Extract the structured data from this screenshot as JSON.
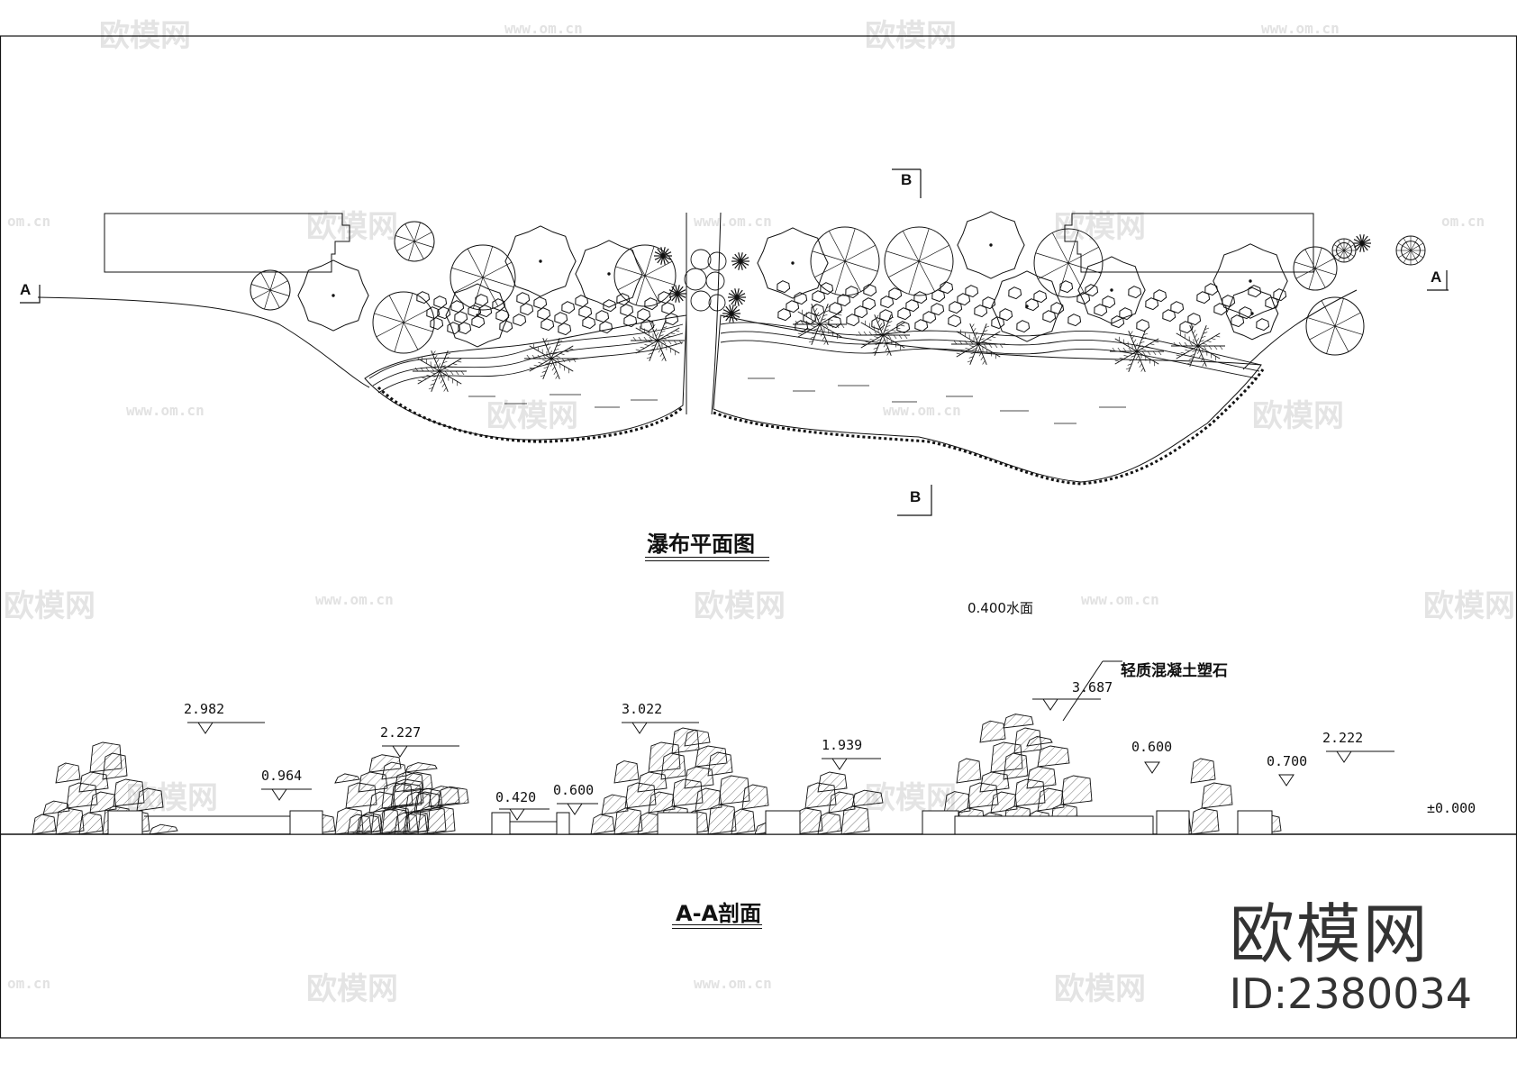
{
  "watermark": {
    "brand": "欧模网",
    "url": "www.om.cn",
    "short_url": "om.cn"
  },
  "plan": {
    "title": "瀑布平面图",
    "section_a_left": "A",
    "section_a_right": "A",
    "section_b_top": "B",
    "section_b_bottom": "B"
  },
  "section": {
    "title": "A-A剖面",
    "water_surface": "0.400水面",
    "material_note": "轻质混凝土塑石",
    "base_level": "±0.000",
    "elevations": [
      {
        "value": "2.982"
      },
      {
        "value": "0.964"
      },
      {
        "value": "2.227"
      },
      {
        "value": "0.420"
      },
      {
        "value": "0.600"
      },
      {
        "value": "3.022"
      },
      {
        "value": "1.939"
      },
      {
        "value": "3.687"
      },
      {
        "value": "0.600"
      },
      {
        "value": "0.700"
      },
      {
        "value": "2.222"
      }
    ]
  },
  "brand_block": {
    "name": "欧模网",
    "id_label": "ID:2380034"
  }
}
